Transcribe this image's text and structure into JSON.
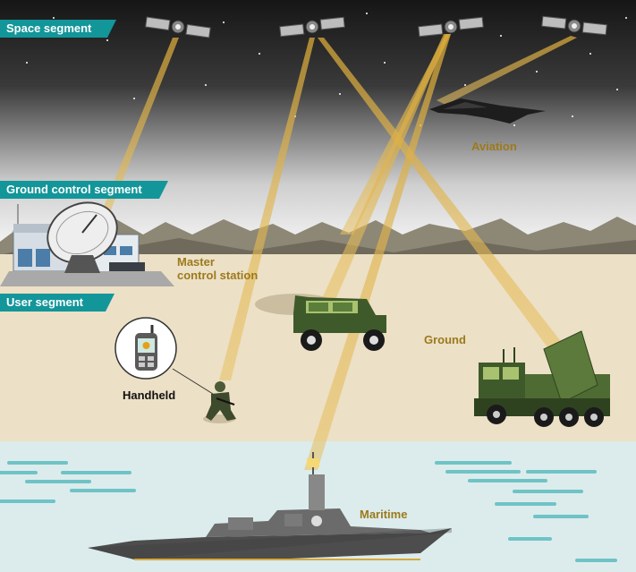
{
  "segments": {
    "space": "Space segment",
    "ground_control": "Ground control segment",
    "user": "User segment"
  },
  "labels": {
    "aviation": "Aviation",
    "master_line1": "Master",
    "master_line2": "control station",
    "ground": "Ground",
    "handheld": "Handheld",
    "maritime": "Maritime"
  },
  "colors": {
    "tag_teal": "#12969a",
    "label_gold": "#9c7a1c",
    "sky_dark": "#1c1c1c",
    "sand": "#ece0c6",
    "sea": "#dcecec",
    "military_green": "#3f5a2a"
  },
  "icons": [
    "satellite-icon",
    "stealth-aircraft-icon",
    "satellite-dish-icon",
    "armored-vehicle-icon",
    "missile-launcher-truck-icon",
    "soldier-icon",
    "handheld-gps-icon",
    "warship-icon"
  ]
}
